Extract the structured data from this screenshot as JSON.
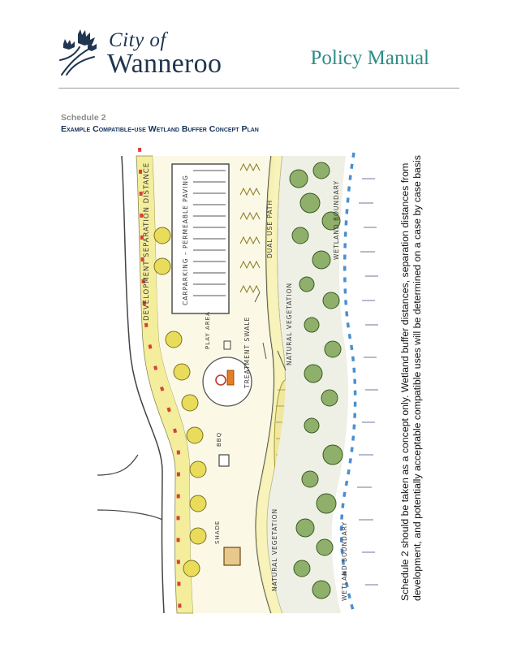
{
  "header": {
    "logo_line1": "City of",
    "logo_line2": "Wanneroo",
    "manual_title": "Policy Manual"
  },
  "schedule": {
    "label": "Schedule 2",
    "title_words": [
      "Example",
      "Compatible-use",
      "Wetland",
      "Buffer",
      "Concept",
      "Plan"
    ]
  },
  "plan_labels": {
    "development_separation": "Development separation distance",
    "carparking": "Carparking – permeable paving",
    "dual_use_path": "Dual use path",
    "wetland_boundary_top": "Wetland boundary",
    "wetland_boundary_bottom": "Wetland boundary",
    "natural_vegetation_top": "Natural vegetation",
    "natural_vegetation_bottom": "Natural vegetation",
    "treatment_swale": "Treatment swale",
    "play_area": "Play area",
    "bbq": "BBQ",
    "shade": "Shade"
  },
  "note": {
    "line1": "Schedule 2 should be taken as a concept only. Wetland buffer distances, separation distances from",
    "line2": "development,  and potentially acceptable compatible uses will be determined on a case by case basis"
  },
  "colors": {
    "brand_navy": "#1f3550",
    "brand_teal": "#2f8c86",
    "path_yellow": "#f4ee9c",
    "tree_yellow": "#e8dc5a",
    "veg_green": "#7fa05a",
    "water_blue": "#4a8fd0",
    "marker_red": "#d8403a"
  }
}
